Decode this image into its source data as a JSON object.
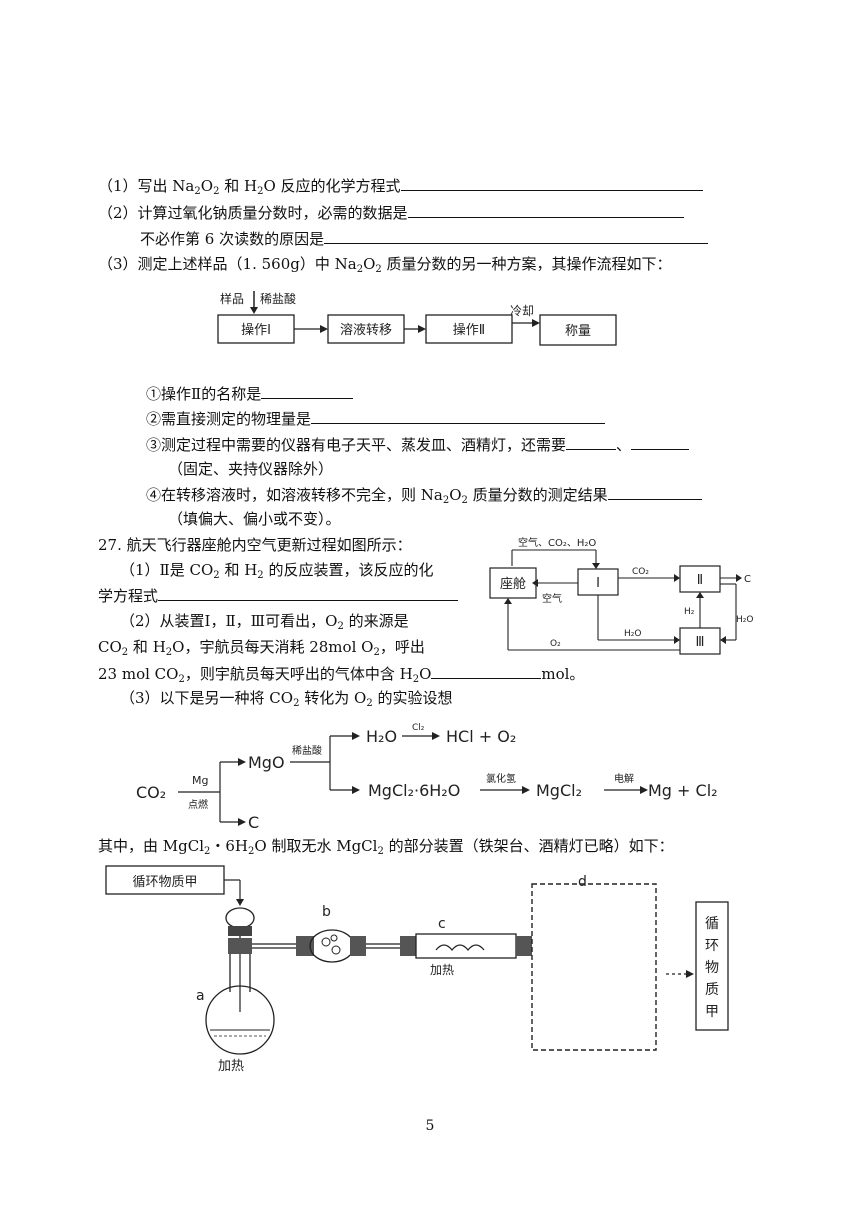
{
  "q3": {
    "l1a": "（1）写出 Na",
    "l1s1": "2",
    "l1b": "O",
    "l1s2": "2",
    "l1c": " 和 H",
    "l1s3": "2",
    "l1d": "O 反应的化学方程式",
    "l2": "（2）计算过氧化钠质量分数时，必需的数据是",
    "l3": "不必作第 6 次读数的原因是",
    "l4a": "（3）测定上述样品（1. 560g）中 Na",
    "l4s1": "2",
    "l4b": "O",
    "l4s2": "2",
    "l4c": " 质量分数的另一种方案，其操作流程如下：",
    "flow": {
      "sample": "样品",
      "acid": "稀盐酸",
      "op1": "操作Ⅰ",
      "transfer": "溶液转移",
      "op2": "操作Ⅱ",
      "cool": "冷却",
      "weigh": "称量"
    },
    "s1": "①操作Ⅱ的名称是",
    "s2": "②需直接测定的物理量是",
    "s3": "③测定过程中需要的仪器有电子天平、蒸发皿、酒精灯，还需要",
    "s3sep": "、",
    "s3b": "（固定、夹持仪器除外）",
    "s4a": "④在转移溶液时，如溶液转移不完全，则 Na",
    "s4s1": "2",
    "s4b": "O",
    "s4s2": "2",
    "s4c": " 质量分数的测定结果",
    "s4d": "（填偏大、偏小或不变）。"
  },
  "q27": {
    "title": "27. 航天飞行器座舱内空气更新过程如图所示：",
    "p1a": "（1）Ⅱ是 CO",
    "p1s1": "2",
    "p1b": " 和 H",
    "p1s2": "2",
    "p1c": " 的反应装置，该反应的化",
    "p1d": "学方程式",
    "p2a": "（2）从装置Ⅰ，Ⅱ，Ⅲ可看出，O",
    "p2s1": "2",
    "p2b": " 的来源是",
    "p2c": "CO",
    "p2s2": "2",
    "p2d": " 和 H",
    "p2s3": "2",
    "p2e": "O，宇航员每天消耗 28mol O",
    "p2s4": "2",
    "p2f": "，呼出",
    "p2g": "23 mol CO",
    "p2s5": "2",
    "p2h": "，则宇航员每天呼出的气体中含 H",
    "p2s6": "2",
    "p2i": "O",
    "p2j": "mol。",
    "p3a": "（3）以下是另一种将 CO",
    "p3s1": "2",
    "p3b": " 转化为 O",
    "p3s2": "2",
    "p3c": " 的实验设想",
    "cabin": {
      "cabin": "座舱",
      "top_in": "空气、CO₂、H₂O",
      "u1": "Ⅰ",
      "u2": "Ⅱ",
      "u3": "Ⅲ",
      "air": "空气",
      "co2": "CO₂",
      "c": "C",
      "h2": "H₂",
      "h2o": "H₂O",
      "h2o2": "H₂O",
      "o2": "O₂"
    },
    "scheme": {
      "co2": "CO₂",
      "mg": "Mg",
      "ignite": "点燃",
      "mgo": "MgO",
      "acid": "稀盐酸",
      "h2o": "H₂O",
      "cl2": "Cl₂",
      "hcl": "HCl + O₂",
      "mgcl2h": "MgCl₂·6H₂O",
      "hclgas": "氯化氢",
      "mgcl2": "MgCl₂",
      "electro": "电解",
      "prod": "Mg + Cl₂",
      "c": "C"
    },
    "p4a": "其中，由 MgCl",
    "p4s1": "2",
    "p4b": "・6H",
    "p4s2": "2",
    "p4c": "O 制取无水 MgCl",
    "p4s3": "2",
    "p4d": " 的部分装置（铁架台、酒精灯已略）如下：",
    "apparatus": {
      "cycle": "循环物质甲",
      "b": "b",
      "c": "c",
      "d": "d",
      "a": "a",
      "heat1": "加热",
      "heat2": "加热",
      "cycle_v": [
        "循",
        "环",
        "物",
        "质",
        "甲"
      ]
    }
  },
  "page": "5"
}
